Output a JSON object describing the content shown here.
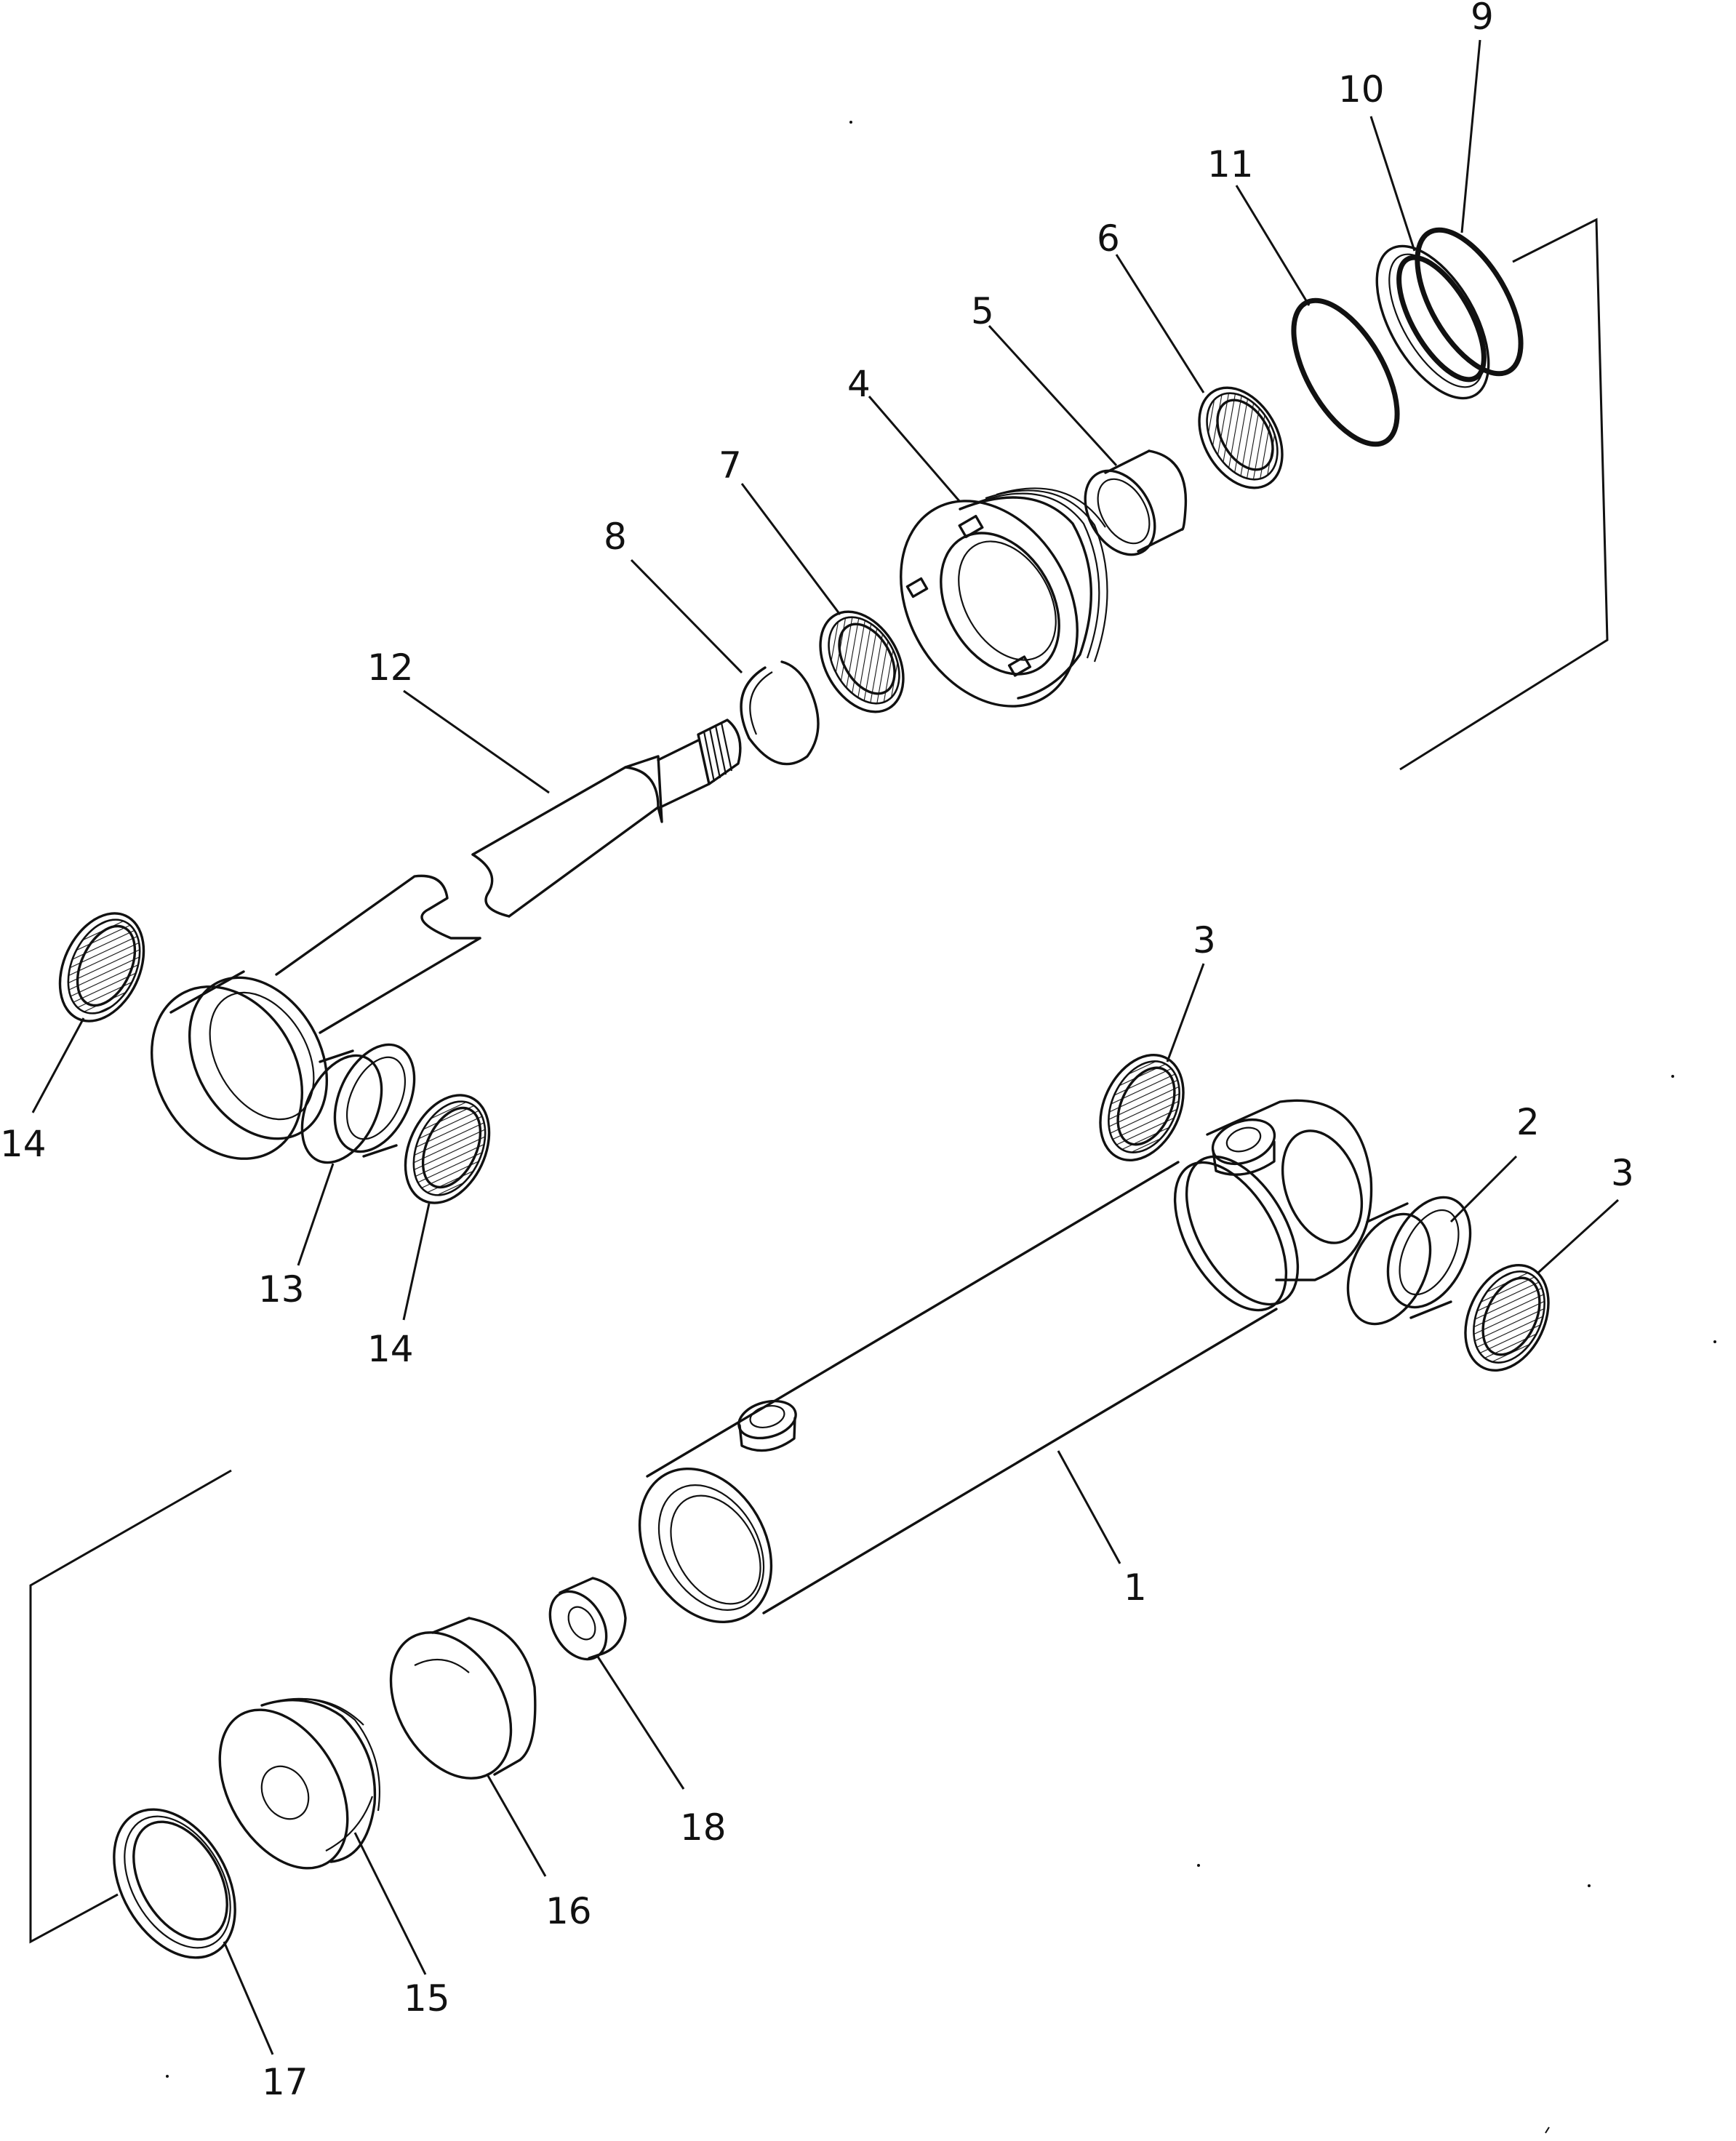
{
  "diagram": {
    "colors": {
      "line": "#111111",
      "background": "#ffffff"
    },
    "callouts": [
      {
        "id": "c1",
        "label": "1"
      },
      {
        "id": "c2",
        "label": "2"
      },
      {
        "id": "c3a",
        "label": "3"
      },
      {
        "id": "c3b",
        "label": "3"
      },
      {
        "id": "c4",
        "label": "4"
      },
      {
        "id": "c5",
        "label": "5"
      },
      {
        "id": "c6",
        "label": "6"
      },
      {
        "id": "c7",
        "label": "7"
      },
      {
        "id": "c8",
        "label": "8"
      },
      {
        "id": "c9",
        "label": "9"
      },
      {
        "id": "c10",
        "label": "10"
      },
      {
        "id": "c11",
        "label": "11"
      },
      {
        "id": "c12",
        "label": "12"
      },
      {
        "id": "c13",
        "label": "13"
      },
      {
        "id": "c14a",
        "label": "14"
      },
      {
        "id": "c14b",
        "label": "14"
      },
      {
        "id": "c15",
        "label": "15"
      },
      {
        "id": "c16",
        "label": "16"
      },
      {
        "id": "c17",
        "label": "17"
      },
      {
        "id": "c18",
        "label": "18"
      }
    ]
  }
}
